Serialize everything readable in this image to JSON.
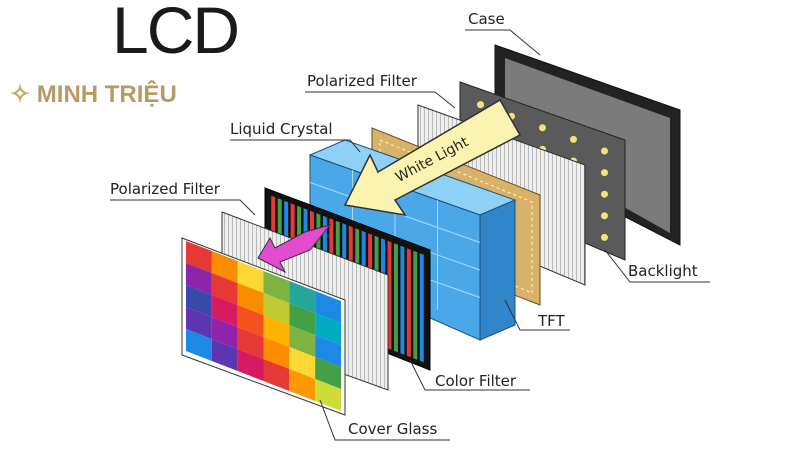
{
  "title": "LCD",
  "watermark": "MINH TRIỆU",
  "labels": {
    "case": "Case",
    "polarized_back": "Polarized Filter",
    "liquid_crystal": "Liquid Crystal",
    "polarized_front": "Polarized Filter",
    "backlight": "Backlight",
    "tft": "TFT",
    "color_filter": "Color Filter",
    "cover_glass": "Cover Glass",
    "arrow": "White Light"
  },
  "colors": {
    "blue": "#4aa8e8",
    "tan": "#d9b26a",
    "case": "#222222",
    "dot": "#f4e27a",
    "logo": "#b89a66"
  }
}
